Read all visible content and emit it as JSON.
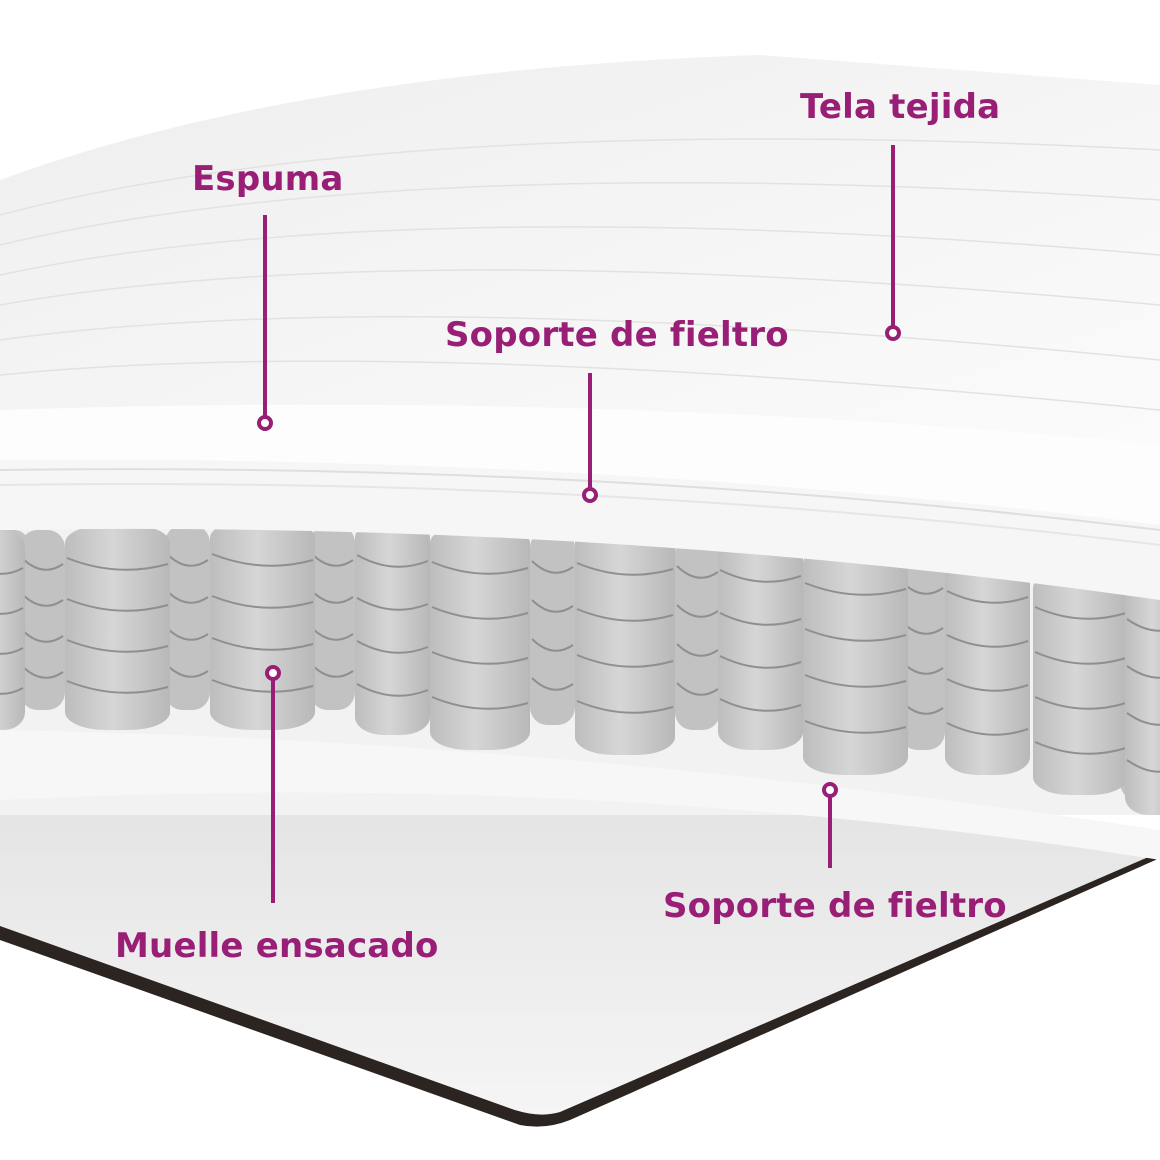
{
  "colors": {
    "accent": "#981e76",
    "fabric": "#f4f4f4",
    "spring": "#c9c9c9",
    "base_edge": "#2b2421"
  },
  "labels": {
    "woven_fabric": "Tela tejida",
    "foam": "Espuma",
    "felt_top": "Soporte de fieltro",
    "pocket_spring": "Muelle ensacado",
    "felt_bottom": "Soporte de fieltro"
  }
}
